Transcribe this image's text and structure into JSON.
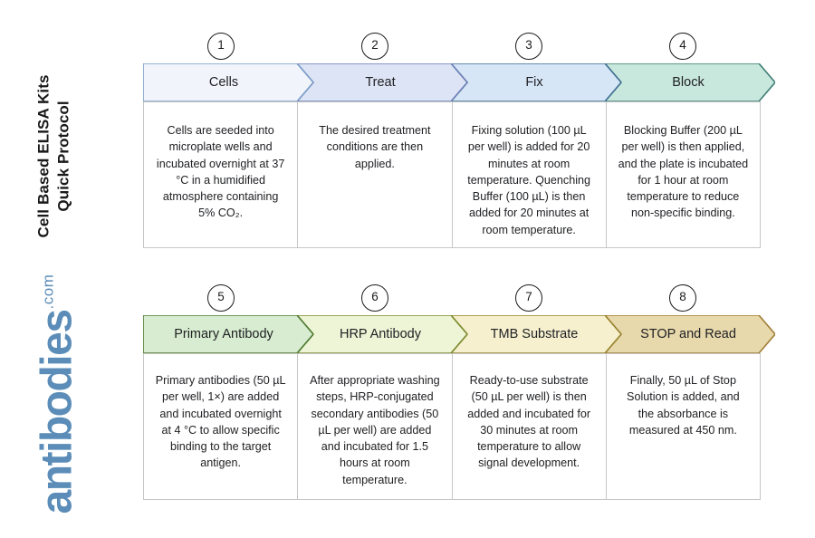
{
  "page": {
    "title_line1": "Cell Based ELISA Kits",
    "title_line2": "Quick Protocol",
    "logo_word": "antibodies",
    "logo_tld": ".com",
    "logo_color": "#5b8db8",
    "background": "#ffffff"
  },
  "rows": [
    {
      "row_id": "row-1",
      "steps": [
        {
          "number": "1",
          "label": "Cells",
          "fill": "#f1f5fb",
          "stroke": "#7a9cc6",
          "description": "Cells are seeded into microplate wells and incubated overnight at 37 °C in a humidified atmosphere containing 5% CO₂."
        },
        {
          "number": "2",
          "label": "Treat",
          "fill": "#dde4f5",
          "stroke": "#6b7fb5",
          "description": "The desired treatment conditions are then applied."
        },
        {
          "number": "3",
          "label": "Fix",
          "fill": "#d7e6f7",
          "stroke": "#3f6f94",
          "description": "Fixing solution (100 µL per well) is added for 20 minutes at room temperature. Quenching Buffer (100 µL) is then added for 20 minutes at room temperature."
        },
        {
          "number": "4",
          "label": "Block",
          "fill": "#c9e8dd",
          "stroke": "#3d7d72",
          "description": "Blocking Buffer (200 µL per well) is then applied, and the plate is incubated for 1 hour at room temperature to reduce non-specific binding."
        }
      ]
    },
    {
      "row_id": "row-2",
      "steps": [
        {
          "number": "5",
          "label": "Primary Antibody",
          "fill": "#d7ecd0",
          "stroke": "#4e7a33",
          "description": "Primary antibodies (50 µL per well, 1×) are added and incubated overnight at 4 °C to allow specific binding to the target antigen."
        },
        {
          "number": "6",
          "label": "HRP Antibody",
          "fill": "#eef4d6",
          "stroke": "#7b8c2e",
          "description": "After appropriate washing steps, HRP-conjugated secondary antibodies (50 µL per well) are added and incubated for 1.5 hours at room temperature."
        },
        {
          "number": "7",
          "label": "TMB Substrate",
          "fill": "#f6f0cf",
          "stroke": "#97832c",
          "description": "Ready-to-use substrate (50 µL per well) is then added and incubated for 30 minutes at room temperature to allow signal development."
        },
        {
          "number": "8",
          "label": "STOP and Read",
          "fill": "#e8d9ac",
          "stroke": "#a07c33",
          "description": "Finally, 50 µL of Stop Solution is added, and the absorbance is measured at 450 nm."
        }
      ]
    }
  ]
}
